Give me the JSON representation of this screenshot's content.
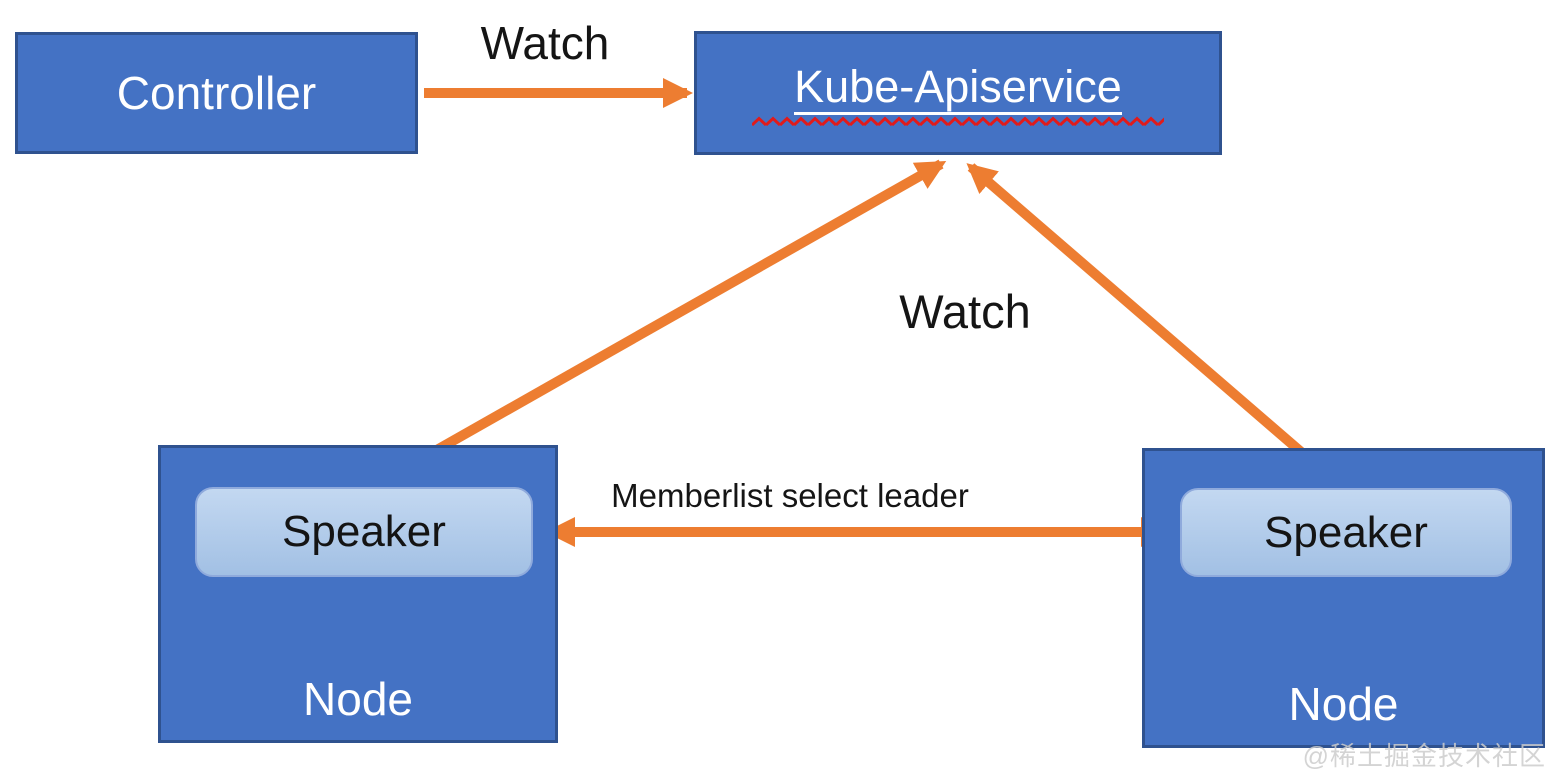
{
  "colors": {
    "box_fill": "#4472c4",
    "box_border": "#2f528f",
    "box_text": "#ffffff",
    "speaker_fill_top": "#c3d8f1",
    "speaker_fill_bottom": "#a2c0e4",
    "speaker_border": "#8faadc",
    "speaker_text": "#141414",
    "arrow": "#ed7d31",
    "spellcheck_red": "#e01b1b",
    "label_text": "#151515",
    "watermark": "#cdcdcd"
  },
  "boxes": {
    "controller": {
      "label": "Controller"
    },
    "apiservice": {
      "label": "Kube-Apiservice"
    },
    "left_node": {
      "label": "Node"
    },
    "left_speaker": {
      "label": "Speaker"
    },
    "right_node": {
      "label": "Node"
    },
    "right_speaker": {
      "label": "Speaker"
    }
  },
  "labels": {
    "watch_top": "Watch",
    "watch_center": "Watch",
    "memberlist": "Memberlist select leader"
  },
  "watermark": "@稀土掘金技术社区"
}
